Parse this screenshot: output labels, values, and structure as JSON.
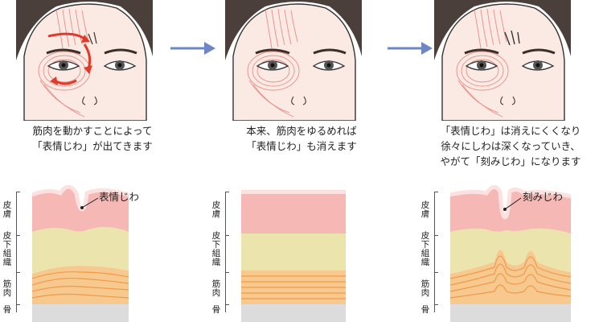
{
  "panels": [
    {
      "caption": [
        "筋肉を動かすことによって",
        "「表情じわ」が出てきます"
      ],
      "annotation": "表情じわ"
    },
    {
      "caption": [
        "本来、筋肉をゆるめれば",
        "「表情じわ」も消えます"
      ],
      "annotation": ""
    },
    {
      "caption": [
        "「表情じわ」は消えにくくなり",
        "徐々にしわは深くなっていき、",
        "やがて「刻みじわ」になります"
      ],
      "annotation": "刻みじわ"
    }
  ],
  "layer_labels": {
    "skin": "皮膚",
    "subcutaneous": "皮下組織",
    "muscle": "筋肉",
    "bone": "骨"
  },
  "colors": {
    "skin": "#f6b8b4",
    "skin_surface": "#fbe1df",
    "subcutaneous": "#ece4ad",
    "muscle": "#f7c98f",
    "muscle_line": "#ee9a4b",
    "bone": "#dcdcdc",
    "arrow": "#6f86c6",
    "red_arrow": "#e23a2a"
  }
}
